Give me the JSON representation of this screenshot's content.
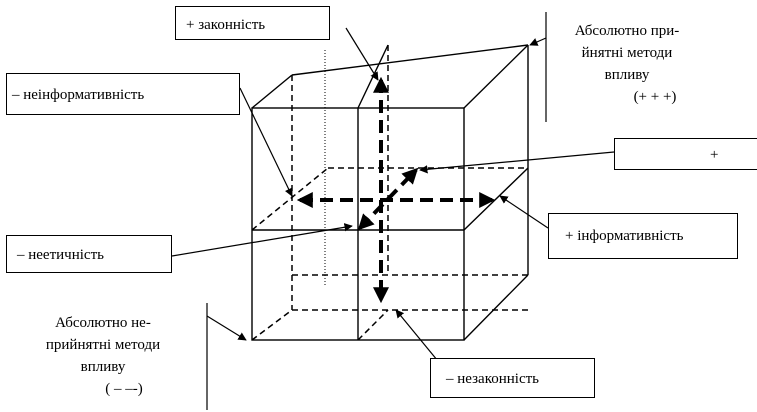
{
  "labels": {
    "legality_plus": "+ законність",
    "noninformative_minus": "– неінформативність",
    "plus_right": "+",
    "unethical_minus": "– неетичність",
    "informative_plus": "+ інформативність",
    "illegality_minus": "– незаконність"
  },
  "notes": {
    "acceptable": {
      "line1": "Абсолютно при-",
      "line2": "йнятні методи",
      "line3": "впливу",
      "signs": "(+ + +)"
    },
    "unacceptable": {
      "line1": "Абсолютно не-",
      "line2": "прийнятні методи",
      "line3": "впливу",
      "signs": "( – –-)"
    }
  }
}
